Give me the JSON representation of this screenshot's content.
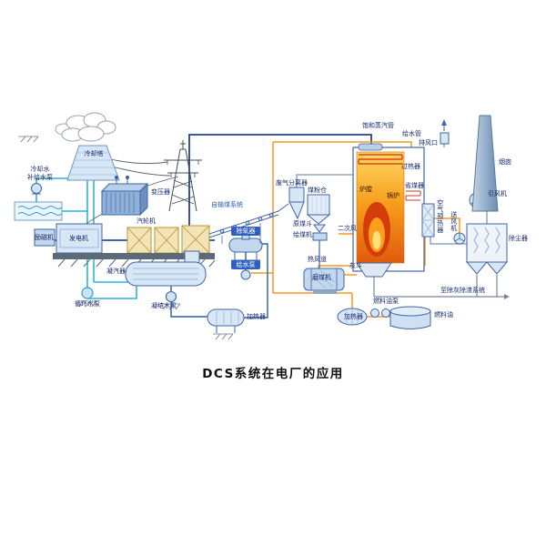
{
  "title": "DCS系统在电厂的应用",
  "labels": {
    "cooling_tower": "冷却塔",
    "makeup_pump": "冷却水\n补给水泵",
    "transformer": "变压器",
    "exciter": "励磁机",
    "generator": "发电机",
    "turbine": "汽轮机",
    "condenser": "凝汽器",
    "circulating_pump": "循环水泵",
    "condensate_pump": "凝结水泵",
    "lp_heater": "加热器",
    "deaerator": "除氧器",
    "feed_pump": "给水泵",
    "coal_conveying": "自输煤系统",
    "gas_separator": "废气分离器",
    "coal_bunker": "煤粉仓",
    "raw_coal_hopper": "原煤斗",
    "coal_feeder": "给煤机",
    "secondary_air": "二次风",
    "hot_air_duct": "热风道",
    "coal_mill": "磨煤机",
    "furnace": "炉膛",
    "boiler": "锅炉",
    "superheater": "过热器",
    "economizer": "省煤器",
    "saturated_steam_pipe": "饱和蒸汽管",
    "feed_water_pipe": "给水管",
    "exhaust_vent": "排风口",
    "chimney": "烟囱",
    "induced_fan": "引风机",
    "air_preheater": "空气预热器",
    "forced_fan": "送风机",
    "dust_collector": "除尘器",
    "ash_hopper": "灰斗",
    "ash_removal": "至除灰除渣系统",
    "fuel_oil_pump": "燃料油泵",
    "fuel_heater": "加热器",
    "fuel_oil": "燃料油"
  },
  "colors": {
    "outline_blue": "#3f64a6",
    "water_cyan": "#29b6d8",
    "steam_blue": "#23418f",
    "pipe_orange": "#f59a23",
    "flame_red": "#d43d0a",
    "flame_yellow": "#ffe27a",
    "label_navy": "#14276f"
  }
}
